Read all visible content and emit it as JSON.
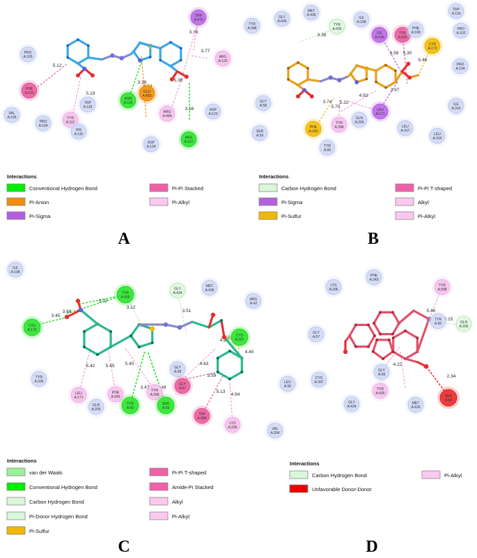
{
  "panels": [
    {
      "letter": "A",
      "residues": [
        {
          "name": "PRO",
          "num": "A:105"
        },
        {
          "name": "PHE",
          "num": "A:103"
        },
        {
          "name": "VAL",
          "num": "A:106"
        },
        {
          "name": "PRO",
          "num": "A:104"
        },
        {
          "name": "TYR",
          "num": "A:112"
        },
        {
          "name": "TRP",
          "num": "A:119"
        },
        {
          "name": "HIS",
          "num": "A:115"
        },
        {
          "name": "ASN",
          "num": "A:116"
        },
        {
          "name": "GLU",
          "num": "A:483"
        },
        {
          "name": "ARG",
          "num": "A:484"
        },
        {
          "name": "ASP",
          "num": "A:124"
        },
        {
          "name": "ARG",
          "num": "A:127"
        },
        {
          "name": "ASP",
          "num": "A:123"
        },
        {
          "name": "ARG",
          "num": "A:120"
        },
        {
          "name": "THR",
          "num": "A:479"
        }
      ],
      "distances": [
        "5.12",
        "5.19",
        "4.04",
        "3.36",
        "3.36",
        "3.77",
        "5.38",
        "3.16"
      ],
      "legend_title": "Interactions",
      "legend": [
        {
          "label": "Conventional Hydrogen Bond",
          "color": "#00ee00"
        },
        {
          "label": "Pi-Anion",
          "color": "#f28c00"
        },
        {
          "label": "Pi-Sigma",
          "color": "#b45fe0"
        },
        {
          "label": "Pi-Pi Stacked",
          "color": "#f060a8"
        },
        {
          "label": "Pi-Alkyl",
          "color": "#fcc8f0"
        }
      ]
    },
    {
      "letter": "B",
      "residues": [
        {
          "name": "TYR",
          "num": "A:388"
        },
        {
          "name": "GLY",
          "num": "A:434"
        },
        {
          "name": "MET",
          "num": "A:436"
        },
        {
          "name": "TYR",
          "num": "A:435"
        },
        {
          "name": "ILE",
          "num": "A:198"
        },
        {
          "name": "TRP",
          "num": "A:119"
        },
        {
          "name": "PRO",
          "num": "A:102"
        },
        {
          "name": "ILE",
          "num": "A:199"
        },
        {
          "name": "TYR",
          "num": "A:326"
        },
        {
          "name": "PHE",
          "num": "A:168"
        },
        {
          "name": "CYS",
          "num": "A:172"
        },
        {
          "name": "PRO",
          "num": "A:104"
        },
        {
          "name": "GLY",
          "num": "A:58"
        },
        {
          "name": "PHE",
          "num": "A:343"
        },
        {
          "name": "TYR",
          "num": "A:398"
        },
        {
          "name": "GLN",
          "num": "A:206"
        },
        {
          "name": "LEU",
          "num": "A:171"
        },
        {
          "name": "SER",
          "num": "A:59"
        },
        {
          "name": "TYR",
          "num": "A:60"
        },
        {
          "name": "LEU",
          "num": "A:167"
        },
        {
          "name": "LEU",
          "num": "A:164"
        },
        {
          "name": "ILE",
          "num": "A:316"
        }
      ],
      "distances": [
        "3.38",
        "3.58",
        "5.30",
        "5.46",
        "3.97",
        "4.93",
        "3.74",
        "5.32",
        "5.70"
      ],
      "legend_title": "Interactions",
      "legend": [
        {
          "label": "Carbon Hydrogen Bond",
          "color": "#d8f8d8"
        },
        {
          "label": "Pi-Sigma",
          "color": "#b45fe0"
        },
        {
          "label": "Pi-Sulfur",
          "color": "#f0b800"
        },
        {
          "label": "Pi-Pi T-shaped",
          "color": "#f060a8"
        },
        {
          "label": "Alkyl",
          "color": "#fcc8f0"
        },
        {
          "label": "Pi-Alkyl",
          "color": "#fcc8f0"
        }
      ]
    },
    {
      "letter": "C",
      "residues": [
        {
          "name": "ILE",
          "num": "A:198"
        },
        {
          "name": "TYR",
          "num": "A:435"
        },
        {
          "name": "GLY",
          "num": "A:434"
        },
        {
          "name": "MET",
          "num": "A:436"
        },
        {
          "name": "ARG",
          "num": "A:42"
        },
        {
          "name": "CYS",
          "num": "A:172"
        },
        {
          "name": "CYS",
          "num": "A:397"
        },
        {
          "name": "TYR",
          "num": "A:326"
        },
        {
          "name": "LEU",
          "num": "A:171"
        },
        {
          "name": "PHE",
          "num": "A:343"
        },
        {
          "name": "GLN",
          "num": "A:206"
        },
        {
          "name": "GLY",
          "num": "A:58"
        },
        {
          "name": "TYR",
          "num": "A:398"
        },
        {
          "name": "GLY",
          "num": "A:57"
        },
        {
          "name": "TYR",
          "num": "A:60"
        },
        {
          "name": "SER",
          "num": "A:59"
        },
        {
          "name": "TRP",
          "num": "A:388"
        },
        {
          "name": "LYS",
          "num": "A:296"
        },
        {
          "name": "VAL",
          "num": "A:294"
        }
      ],
      "distances": [
        "3.02",
        "3.68",
        "3.45",
        "3.12",
        "3.51",
        "2.91",
        "4.35",
        "4.40",
        "5.42",
        "5.45",
        "5.40",
        "3.47",
        "3.48",
        "4.63",
        "3.59",
        "5.13",
        "4.94"
      ],
      "legend_title": "Interactions",
      "legend": [
        {
          "label": "van der Waals",
          "color": "#98f098"
        },
        {
          "label": "Conventional Hydrogen Bond",
          "color": "#00ee00"
        },
        {
          "label": "Carbon Hydrogen Bond",
          "color": "#d8f8d8"
        },
        {
          "label": "Pi-Donor Hydrogen Bond",
          "color": "#d8f8d8"
        },
        {
          "label": "Pi-Sulfur",
          "color": "#f0b800"
        },
        {
          "label": "Pi-Pi T-shaped",
          "color": "#f060a8"
        },
        {
          "label": "Amide-Pi Stacked",
          "color": "#f060a8"
        },
        {
          "label": "Alkyl",
          "color": "#fcc8f0"
        },
        {
          "label": "Pi-Alkyl",
          "color": "#fcc8f0"
        }
      ]
    },
    {
      "letter": "D",
      "residues": [
        {
          "name": "PHE",
          "num": "A:343"
        },
        {
          "name": "LYS",
          "num": "A:296"
        },
        {
          "name": "TYR",
          "num": "A:398"
        },
        {
          "name": "TYR",
          "num": "A:60"
        },
        {
          "name": "GLN",
          "num": "A:206"
        },
        {
          "name": "GLY",
          "num": "A:57"
        },
        {
          "name": "GLY",
          "num": "A:58"
        },
        {
          "name": "LEU",
          "num": "A:56"
        },
        {
          "name": "CYS",
          "num": "A:397"
        },
        {
          "name": "TYR",
          "num": "A:435"
        },
        {
          "name": "GLY",
          "num": "A:434"
        },
        {
          "name": "MET",
          "num": "A:436"
        },
        {
          "name": "SER",
          "num": "A:59"
        }
      ],
      "distances": [
        "5.46",
        "3.15",
        "4.22",
        "2.34"
      ],
      "legend_title": "Interactions",
      "legend": [
        {
          "label": "Carbon Hydrogen Bond",
          "color": "#d8f8d8"
        },
        {
          "label": "Unfavorable Donor-Donor",
          "color": "#ee0000"
        },
        {
          "label": "Pi-Alkyl",
          "color": "#fcc8f0"
        }
      ]
    }
  ]
}
